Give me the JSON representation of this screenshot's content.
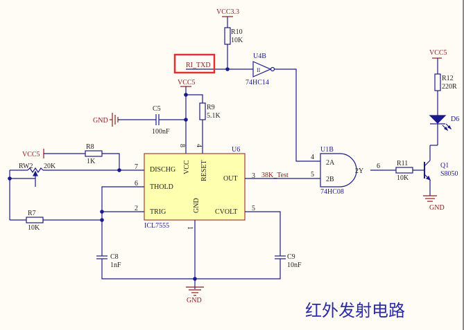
{
  "title": "红外发射电路",
  "nets": {
    "vcc33": "VCC3.3",
    "vcc5_top": "VCC5",
    "vcc5_left": "VCC5",
    "vcc5_right": "VCC5",
    "gnd_left": "GND",
    "gnd_bottom": "GND",
    "gnd_right": "GND",
    "ri_txd": "RI_TXD",
    "test38k": "38K_Test"
  },
  "components": {
    "R10": {
      "ref": "R10",
      "value": "10K"
    },
    "R9": {
      "ref": "R9",
      "value": "5.1K"
    },
    "R8": {
      "ref": "R8",
      "value": "1K"
    },
    "R7": {
      "ref": "R7",
      "value": "10K"
    },
    "RW2": {
      "ref": "RW2",
      "value": "20K"
    },
    "R11": {
      "ref": "R11",
      "value": "10K"
    },
    "R12": {
      "ref": "R12",
      "value": "220R"
    },
    "C5": {
      "ref": "C5",
      "value": "100nF"
    },
    "C8": {
      "ref": "C8",
      "value": "1nF"
    },
    "C9": {
      "ref": "C9",
      "value": "10nF"
    },
    "D6": {
      "ref": "D6"
    },
    "Q1": {
      "ref": "Q1",
      "value": "S8050"
    },
    "U4B": {
      "ref": "U4B",
      "part": "74HC14",
      "symbol": "II"
    },
    "U1B": {
      "ref": "U1B",
      "part": "74HC08",
      "pins": {
        "in_a": "2A",
        "in_b": "2B",
        "out": "2Y"
      },
      "pin_numbers": {
        "a": "4",
        "b": "5",
        "y": "6"
      }
    },
    "U6": {
      "ref": "U6",
      "part": "ICL7555",
      "pins": {
        "discharge": "DISCHG",
        "threshold": "THOLD",
        "trigger": "TRIG",
        "vcc": "VCC",
        "reset": "RESET",
        "gnd": "GND",
        "out": "OUT",
        "cvolt": "CVOLT"
      },
      "pin_numbers": {
        "discharge": "7",
        "threshold": "6",
        "trigger": "2",
        "vcc": "8",
        "reset": "4",
        "gnd": "1",
        "out": "3",
        "cvolt": "5"
      }
    }
  }
}
